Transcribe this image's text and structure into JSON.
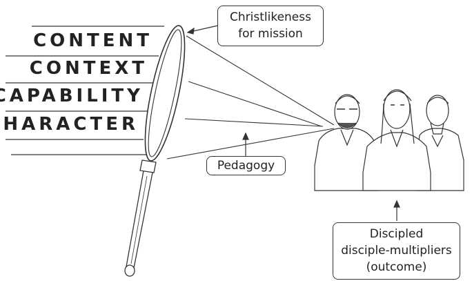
{
  "words": [
    "CONTENT",
    "CONTEXT",
    "CAPABILITY",
    "CHARACTER"
  ],
  "callouts": {
    "christlikeness": [
      "Christlikeness",
      "for mission"
    ],
    "pedagogy": "Pedagogy",
    "outcome": [
      "Discipled",
      "disciple-multipliers",
      "(outcome)"
    ]
  }
}
